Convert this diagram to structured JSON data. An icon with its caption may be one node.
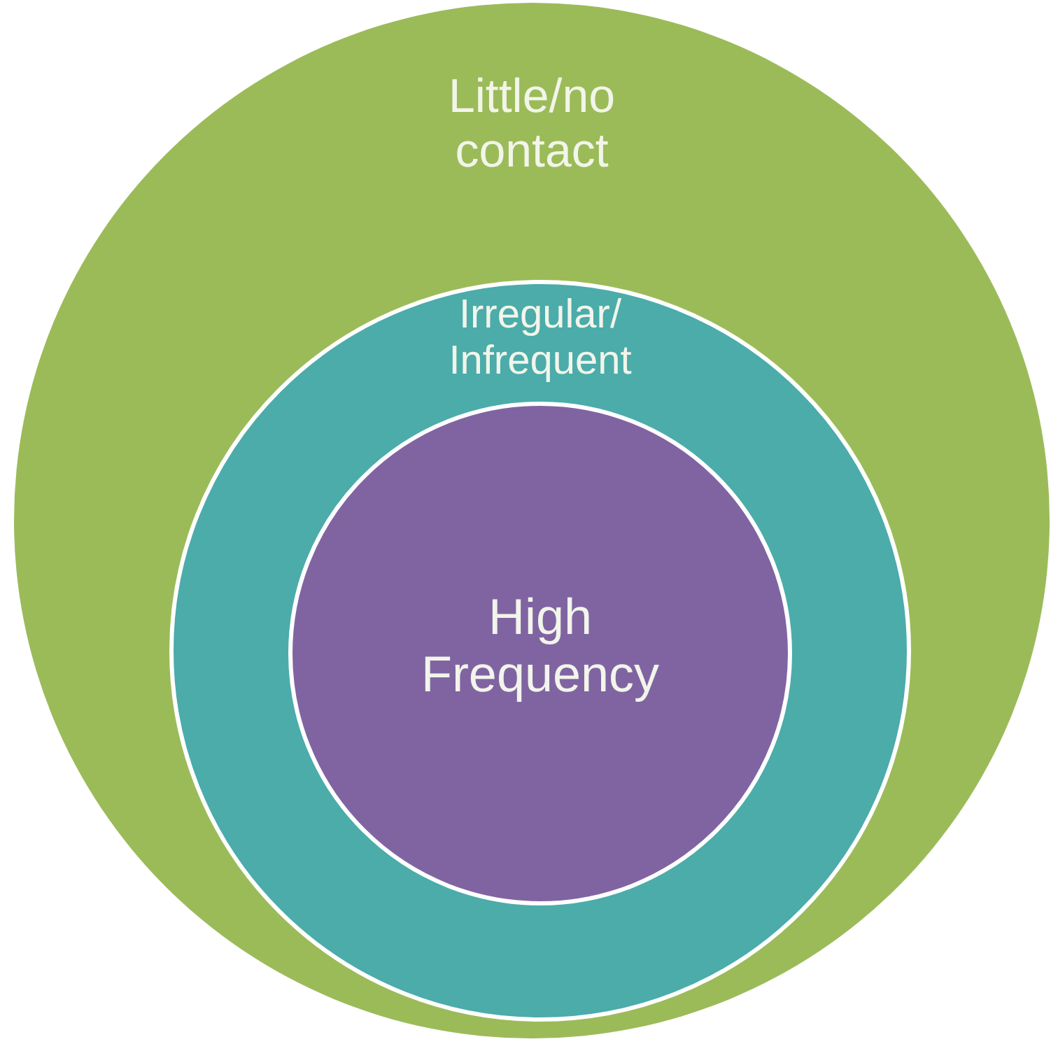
{
  "diagram": {
    "nodes": [
      {
        "text": [
          "Little/no contact"
        ]
      },
      {
        "text": [
          "Irregular/ Infrequent"
        ],
        "in": 0
      },
      {
        "text": [
          "High Frequency"
        ],
        "in": 1
      }
    ]
  }
}
